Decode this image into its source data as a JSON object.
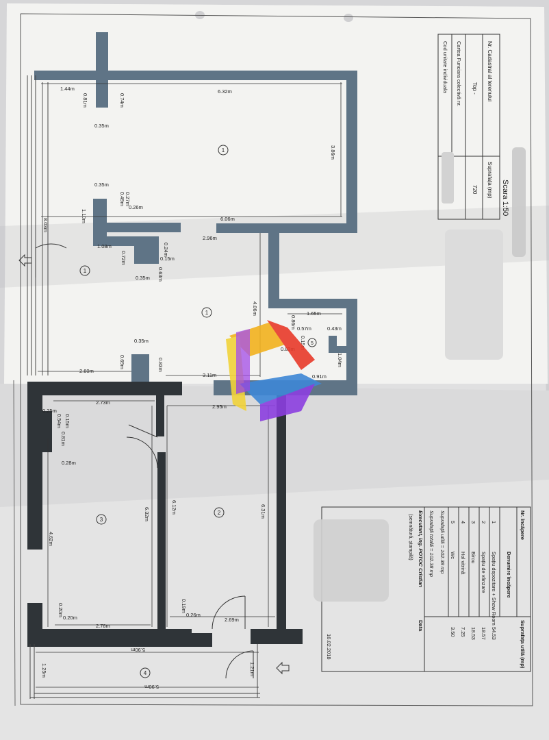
{
  "header": {
    "scale": "Scara 1:50"
  },
  "cadastral_box": {
    "rows": [
      {
        "label": "Nr. Cadastral al terenului",
        "value": "Suprafața (mp)"
      },
      {
        "label": "Top -",
        "value": "720"
      },
      {
        "label": "Cartea Funciara colectivă nr.",
        "value": ""
      },
      {
        "label": "Cod unitate individuala",
        "value": ""
      }
    ]
  },
  "rooms_table": {
    "headers": [
      "Nr. încăpere",
      "Denumire încăpere",
      "Suprafața utilă (mp)"
    ],
    "rows": [
      {
        "nr": "1",
        "name": "Spațiu depozitare + Show Room",
        "area": "54.53"
      },
      {
        "nr": "2",
        "name": "Spațiu de vânzare",
        "area": "18.57"
      },
      {
        "nr": "3",
        "name": "Birou",
        "area": "18.53"
      },
      {
        "nr": "4",
        "name": "Hol vitrină",
        "area": "7.25"
      },
      {
        "nr": "5",
        "name": "Wc",
        "area": "3.50"
      }
    ],
    "useful_area": "Suprafață utilă = 102.38 mp",
    "total_area": "Suprafață totală = 102.38 mp",
    "executant": "Executant, ing. POTOC Cristian",
    "signature_note": "(semnătură, ștampilă)",
    "date_label": "Data",
    "date_value": "16.02.2018"
  },
  "room_markers": [
    "1",
    "1",
    "1",
    "2",
    "3",
    "4",
    "5"
  ],
  "dimensions": {
    "d_1_44": "1.44m",
    "d_6_32a": "6.32m",
    "d_0_81": "0.81m",
    "d_0_74": "0.74m",
    "d_0_35a": "0.35m",
    "d_3_86": "3.86m",
    "d_0_35b": "0.35m",
    "d_0_27": "0.27m",
    "d_0_49": "0.49m",
    "d_0_26a": "0.26m",
    "d_1_10": "1.10m",
    "d_6_06": "6.06m",
    "d_8_03": "8.03m",
    "d_1_08": "1.08m",
    "d_0_72": "0.72m",
    "d_0_24": "0.24m",
    "d_0_15a": "0.15m",
    "d_0_63": "0.63m",
    "d_0_35c": "0.35m",
    "d_2_96": "2.96m",
    "d_4_06": "4.06m",
    "d_1_65": "1.65m",
    "d_0_86": "0.86m",
    "d_0_57": "0.57m",
    "d_0_43": "0.43m",
    "d_0_15b": "0.15m",
    "d_0_83a": "0.83m",
    "d_1_04": "1.04m",
    "d_0_91": "0.91m",
    "d_0_35d": "0.35m",
    "d_0_69": "0.69m",
    "d_0_83b": "0.83m",
    "d_2_60": "2.60m",
    "d_3_11": "3.11m",
    "d_2_73": "2.73m",
    "d_2_95": "2.95m",
    "d_0_25": "0.25m",
    "d_0_54": "0.54m",
    "d_0_15c": "0.15m",
    "d_0_81b": "0.81m",
    "d_0_28": "0.28m",
    "d_6_32b": "6.32m",
    "d_6_12": "6.12m",
    "d_6_31": "6.31m",
    "d_4_62": "4.62m",
    "d_0_20a": "0.20m",
    "d_0_20b": "0.20m",
    "d_2_78": "2.78m",
    "d_0_19": "0.19m",
    "d_0_26b": "0.26m",
    "d_2_69": "2.69m",
    "d_5_90a": "5.90m",
    "d_5_90b": "5.90m",
    "d_1_25": "1.25m",
    "d_1_21": "1.21m"
  },
  "colors": {
    "paper": "#f4f4f2",
    "wall": "#5f7486",
    "wall_dark": "#2f3438",
    "line": "#333333"
  }
}
